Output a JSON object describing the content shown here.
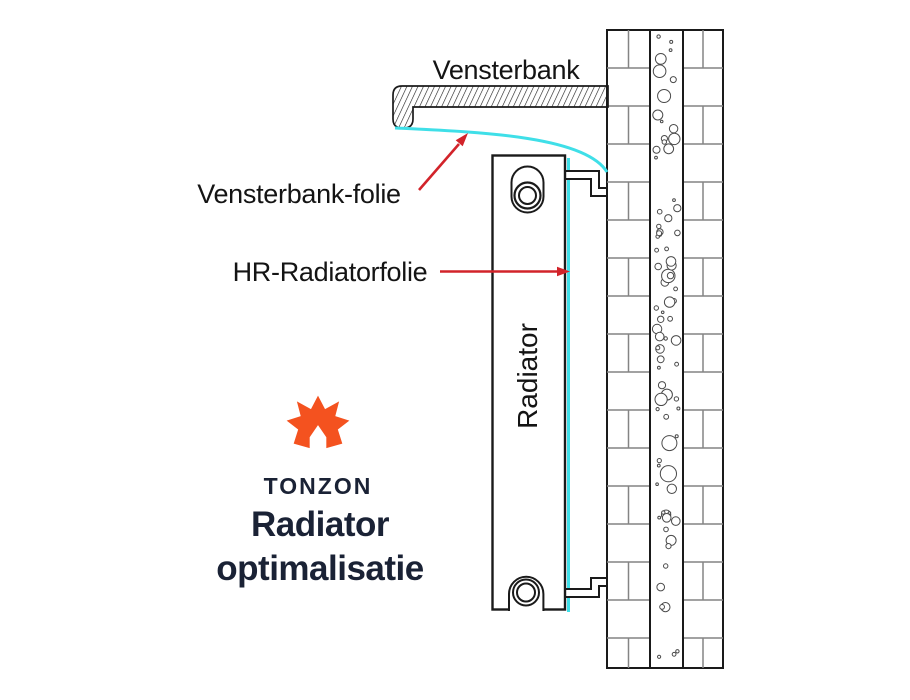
{
  "diagram": {
    "labels": {
      "vensterbank": "Vensterbank",
      "vensterbank_folie": "Vensterbank-folie",
      "hr_radiatorfolie": "HR-Radiatorfolie",
      "radiator": "Radiator"
    },
    "parts": [
      "window-sill",
      "window-sill-foil",
      "hr-radiator-foil",
      "radiator",
      "wall-bracket-top",
      "wall-bracket-bottom",
      "brick-wall-inner-leaf",
      "cavity-insulation",
      "brick-wall-outer-leaf"
    ]
  },
  "branding": {
    "logo_icon": "tonzon-star-logo",
    "brand_name": "TONZON",
    "title_line1": "Radiator",
    "title_line2": "optimalisatie"
  },
  "colors": {
    "foil_cyan": "#3FDFE8",
    "arrow_red": "#D2232A",
    "logo_orange": "#F4521F",
    "brand_navy": "#1A2235",
    "mortar_gray": "#848484",
    "ink": "#1A1A1A"
  }
}
